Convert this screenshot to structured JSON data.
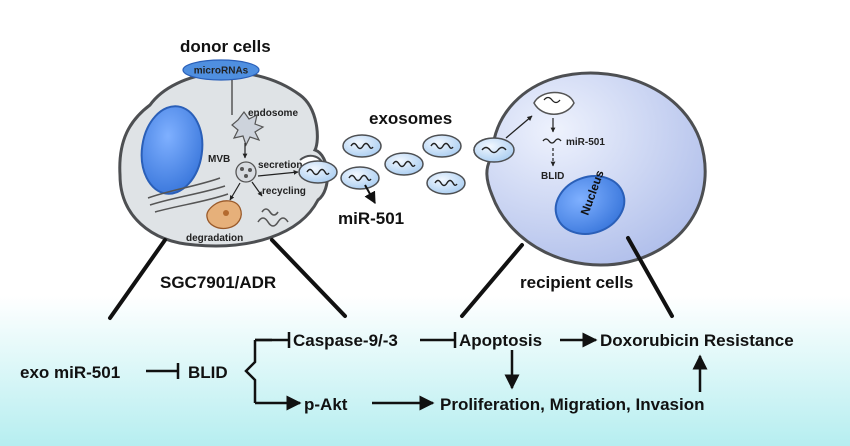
{
  "labels": {
    "donor_cells": "donor cells",
    "micrornas": "microRNAs",
    "endosome": "endosome",
    "mvb": "MVB",
    "secretion": "secretion",
    "recycling": "recycling",
    "degradation": "degradation",
    "exosomes": "exosomes",
    "mir501_free": "miR-501",
    "mir501_in_cell": "miR-501",
    "blid_in_cell": "BLID",
    "nucleus": "Nucleus",
    "donor_line": "SGC7901/ADR",
    "recipient_cells": "recipient cells"
  },
  "pathway": {
    "exo_mir501": "exo miR-501",
    "blid": "BLID",
    "caspase": "Caspase-9/-3",
    "apoptosis": "Apoptosis",
    "resistance": "Doxorubicin Resistance",
    "pakt": "p-Akt",
    "proliferation": "Proliferation, Migration, Invasion"
  },
  "colors": {
    "cell_fill": "#dfe3e6",
    "cell_stroke": "#4d4f52",
    "nucleus_fill": "#4f8fe0",
    "recipient_fill": "#c8d3f4",
    "exosome_fill": "#cfe4fa",
    "banner_top": "#ffffff",
    "banner_bottom": "#b6eef0"
  }
}
